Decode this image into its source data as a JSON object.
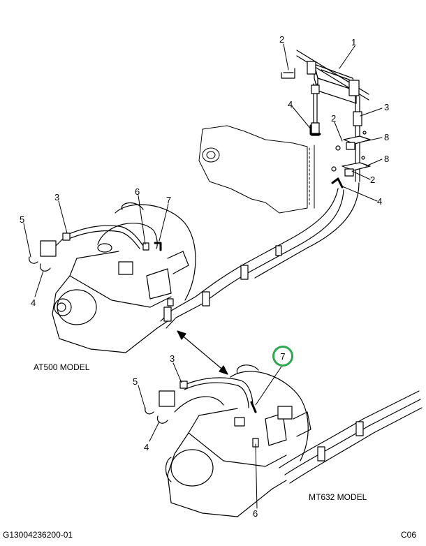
{
  "callouts": {
    "c1": "1",
    "c2a": "2",
    "c2b": "2",
    "c2c": "2",
    "c3a": "3",
    "c3b": "3",
    "c3c": "3",
    "c4a": "4",
    "c4b": "4",
    "c4c": "4",
    "c4d": "4",
    "c5a": "5",
    "c5b": "5",
    "c6a": "6",
    "c6b": "6",
    "c7a": "7",
    "c7b": "7",
    "c8a": "8",
    "c8b": "8"
  },
  "captions": {
    "upper_model": "AT500 MODEL",
    "lower_model": "MT632 MODEL",
    "drawing_number": "G13004236200-01",
    "sheet_code": "C06"
  },
  "highlight": {
    "color": "#2fa84f",
    "callout": "7"
  }
}
